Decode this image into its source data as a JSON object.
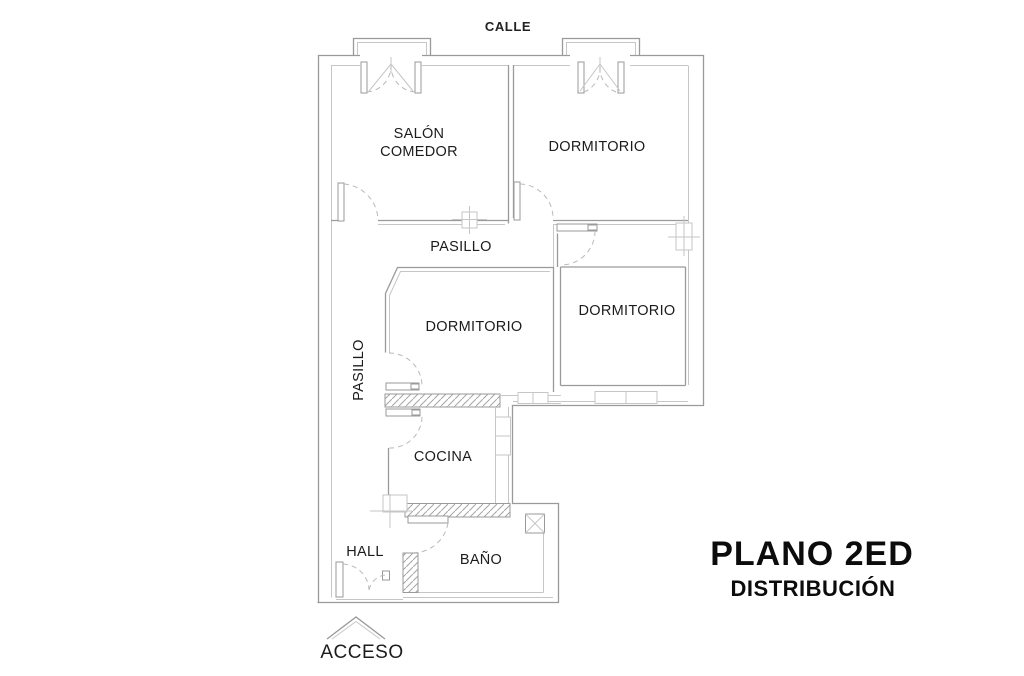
{
  "title": {
    "line1": "PLANO 2ED",
    "line2": "DISTRIBUCIÓN"
  },
  "labels": {
    "street": "CALLE",
    "living_line1": "SALÓN",
    "living_line2": "COMEDOR",
    "bedroom_top": "DORMITORIO",
    "bedroom_middle": "DORMITORIO",
    "bedroom_right": "DORMITORIO",
    "hallway_top": "PASILLO",
    "hallway_left": "PASILLO",
    "kitchen": "COCINA",
    "bathroom": "BAÑO",
    "hall": "HALL",
    "access": "ACCESO"
  },
  "colors": {
    "wall": "#9a9a9a",
    "wall_light": "#c6c6c6",
    "text": "#1c1c1c",
    "background": "#ffffff"
  }
}
